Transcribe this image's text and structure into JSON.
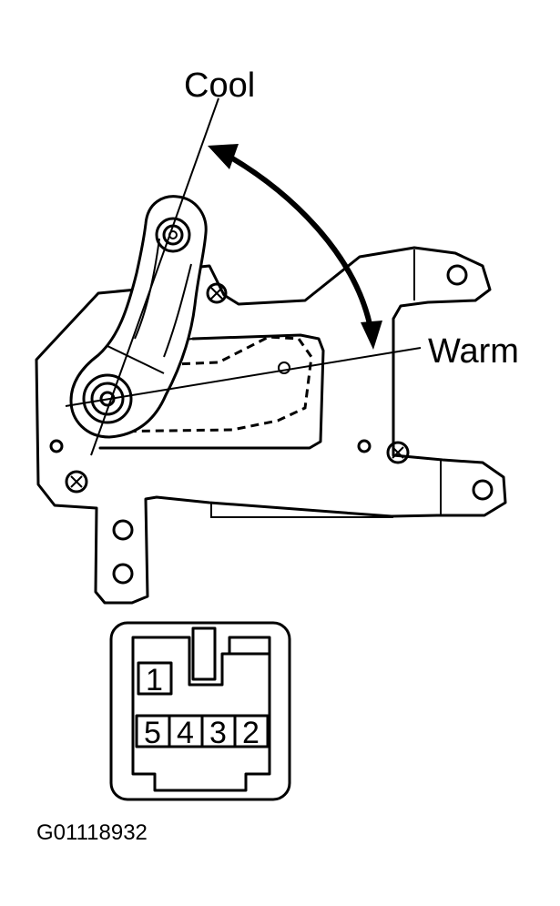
{
  "labels": {
    "cool": "Cool",
    "warm": "Warm",
    "figure_code": "G01118932"
  },
  "connector": {
    "pin_top": "1",
    "pins_bottom": [
      "5",
      "4",
      "3",
      "2"
    ]
  }
}
